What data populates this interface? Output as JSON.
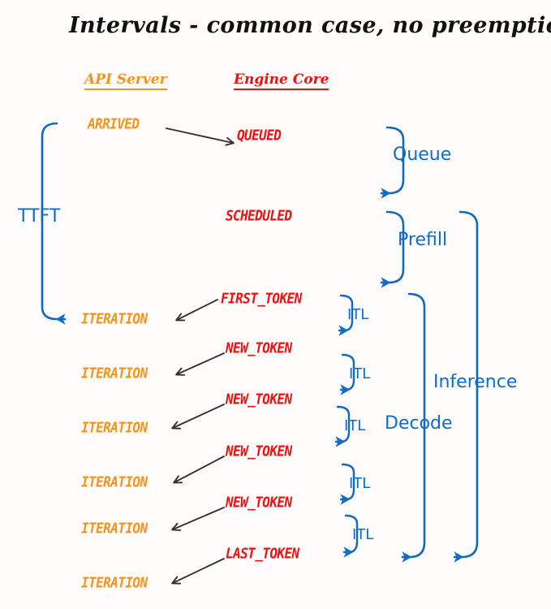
{
  "diagram": {
    "title": "Intervals - common case, no preemptions",
    "background_color": "#fdfcfa",
    "colors": {
      "api_server": "#f5931e",
      "engine_core": "#ee1111",
      "intervals": "#0f6cc8",
      "arrow": "#333333",
      "title": "#111111"
    },
    "columns": [
      {
        "label": "API Server",
        "color": "#f5931e"
      },
      {
        "label": "Engine Core",
        "color": "#ee1111"
      }
    ],
    "api_states": [
      {
        "label": "ARRIVED"
      },
      {
        "label": "ITERATION"
      },
      {
        "label": "ITERATION"
      },
      {
        "label": "ITERATION"
      },
      {
        "label": "ITERATION"
      },
      {
        "label": "ITERATION"
      },
      {
        "label": "ITERATION"
      }
    ],
    "engine_states": [
      {
        "label": "QUEUED"
      },
      {
        "label": "SCHEDULED"
      },
      {
        "label": "FIRST_TOKEN"
      },
      {
        "label": "NEW_TOKEN"
      },
      {
        "label": "NEW_TOKEN"
      },
      {
        "label": "NEW_TOKEN"
      },
      {
        "label": "NEW_TOKEN"
      },
      {
        "label": "LAST_TOKEN"
      }
    ],
    "intervals": [
      {
        "label": "TTFT",
        "side": "left"
      },
      {
        "label": "Queue",
        "side": "right"
      },
      {
        "label": "Prefill",
        "side": "right"
      },
      {
        "label": "Decode",
        "side": "right"
      },
      {
        "label": "Inference",
        "side": "right"
      }
    ],
    "itl_labels": [
      {
        "label": "ITL"
      },
      {
        "label": "ITL"
      },
      {
        "label": "ITL"
      },
      {
        "label": "ITL"
      },
      {
        "label": "ITL"
      }
    ]
  }
}
